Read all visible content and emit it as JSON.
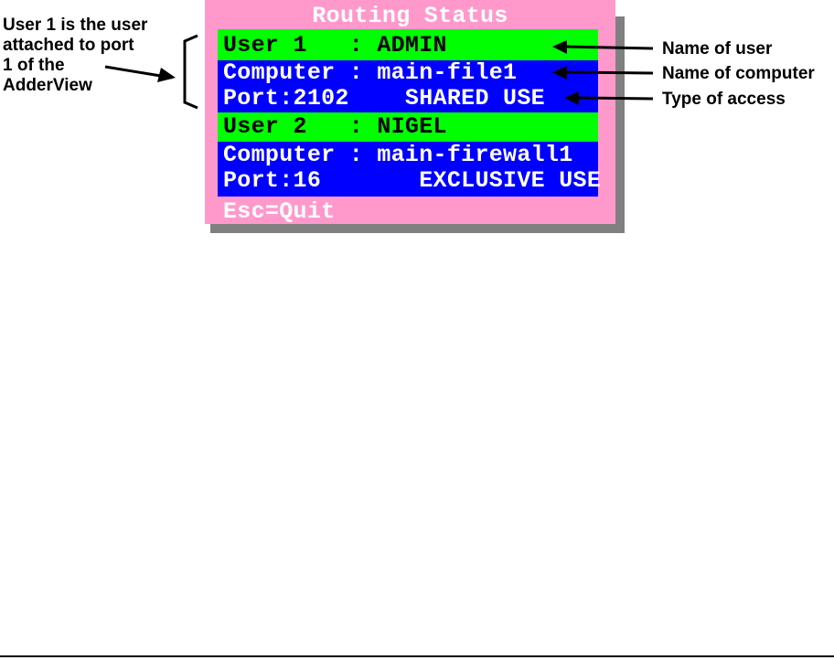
{
  "screen": {
    "title": "Routing Status",
    "users": [
      {
        "user_line": "User 1   : ADMIN",
        "computer_line": "Computer : main-file1",
        "port_line": "Port:2102    SHARED USE"
      },
      {
        "user_line": "User 2   : NIGEL",
        "computer_line": "Computer : main-firewall1",
        "port_line": "Port:16       EXCLUSIVE USE"
      }
    ],
    "footer": "Esc=Quit",
    "colors": {
      "panel": "#ff99cc",
      "user_row": "#00ff00",
      "computer_row": "#0000ff",
      "shadow": "#808080"
    }
  },
  "annotations": {
    "left_note": "User 1 is the user\nattached to port\n1 of the\nAdderView",
    "name_of_user": "Name of user",
    "name_of_computer": "Name of computer",
    "type_of_access": "Type of access"
  }
}
